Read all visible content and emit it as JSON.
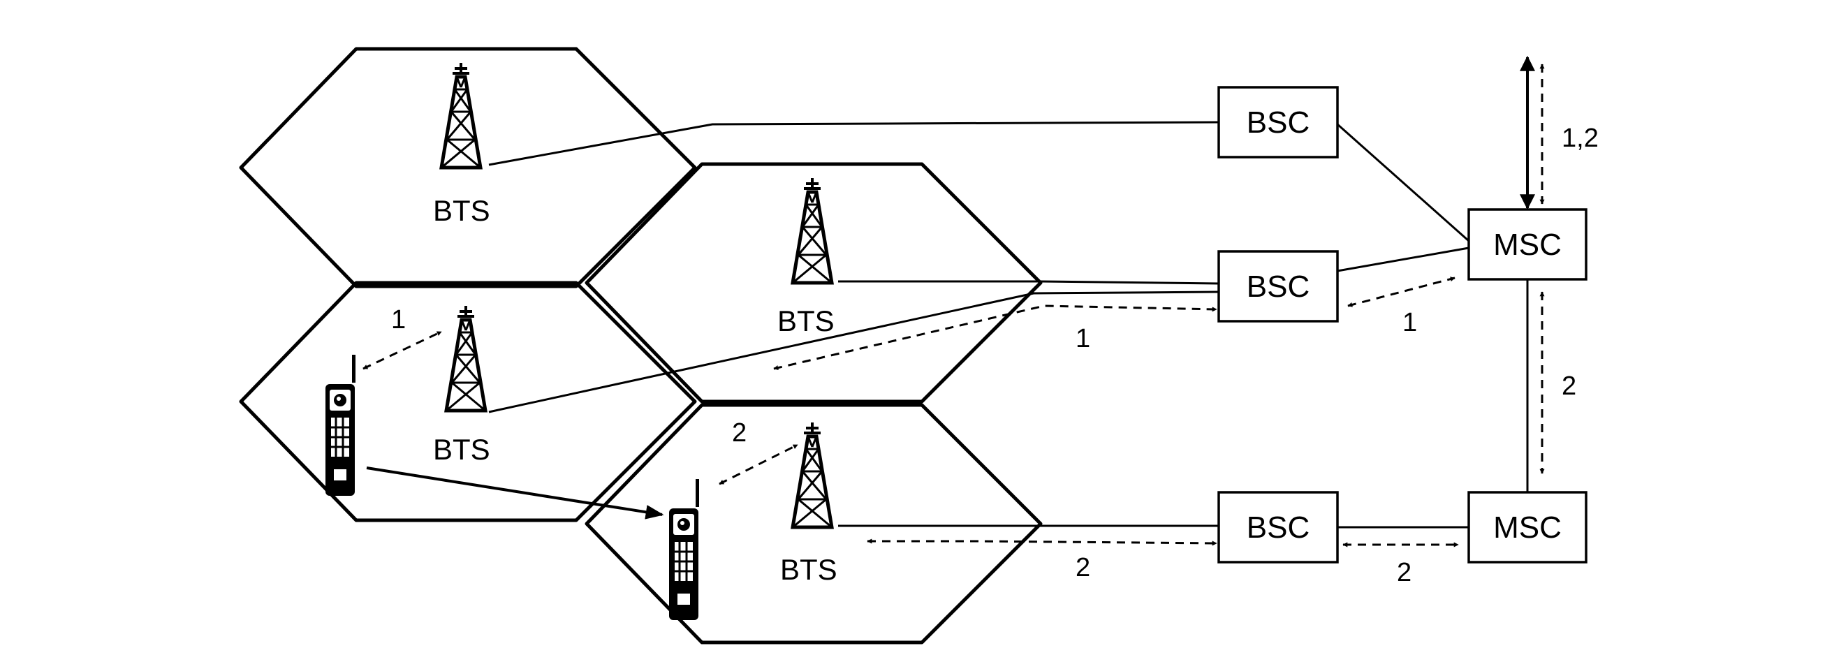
{
  "labels": {
    "bts": "BTS",
    "bsc": "BSC",
    "msc": "MSC",
    "one": "1",
    "two": "2",
    "one_two": "1,2"
  },
  "colors": {
    "ink": "#000000",
    "background": "#ffffff"
  }
}
